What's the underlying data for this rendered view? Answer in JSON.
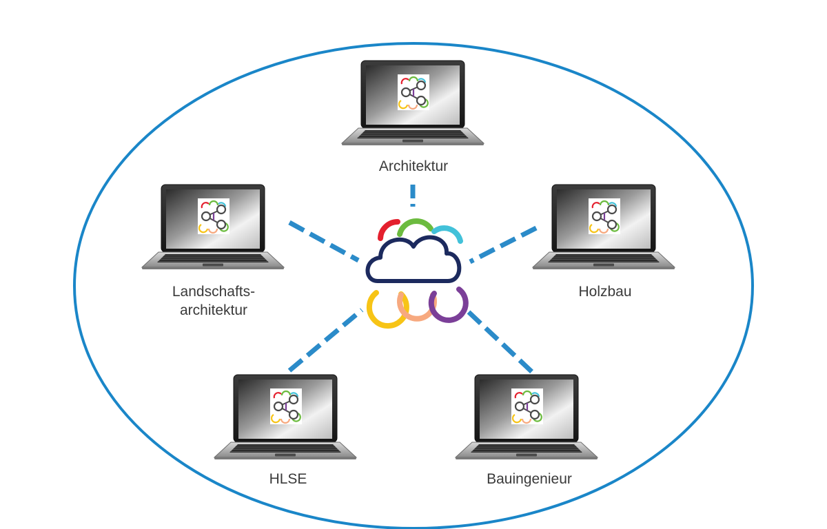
{
  "diagram": {
    "ring_color": "#1a86c8",
    "connector_color": "#2b8bc9",
    "cloud_outline_color": "#1c2a5e",
    "arc_colors": {
      "red": "#e4202e",
      "green": "#6cbb3f",
      "cyan": "#42c1d9",
      "yellow": "#f7c416",
      "peach": "#f7a97f",
      "purple": "#7b3f98",
      "dark": "#4a4a4a"
    },
    "hub": {
      "icon": "cloud-icon"
    },
    "nodes": [
      {
        "id": "architektur",
        "label": "Architektur",
        "icon": "laptop-icon"
      },
      {
        "id": "landschaftsarchitektur",
        "label": "Landschafts-\narchitektur",
        "icon": "laptop-icon"
      },
      {
        "id": "holzbau",
        "label": "Holzbau",
        "icon": "laptop-icon"
      },
      {
        "id": "hlse",
        "label": "HLSE",
        "icon": "laptop-icon"
      },
      {
        "id": "bauingenieur",
        "label": "Bauingenieur",
        "icon": "laptop-icon"
      }
    ]
  }
}
